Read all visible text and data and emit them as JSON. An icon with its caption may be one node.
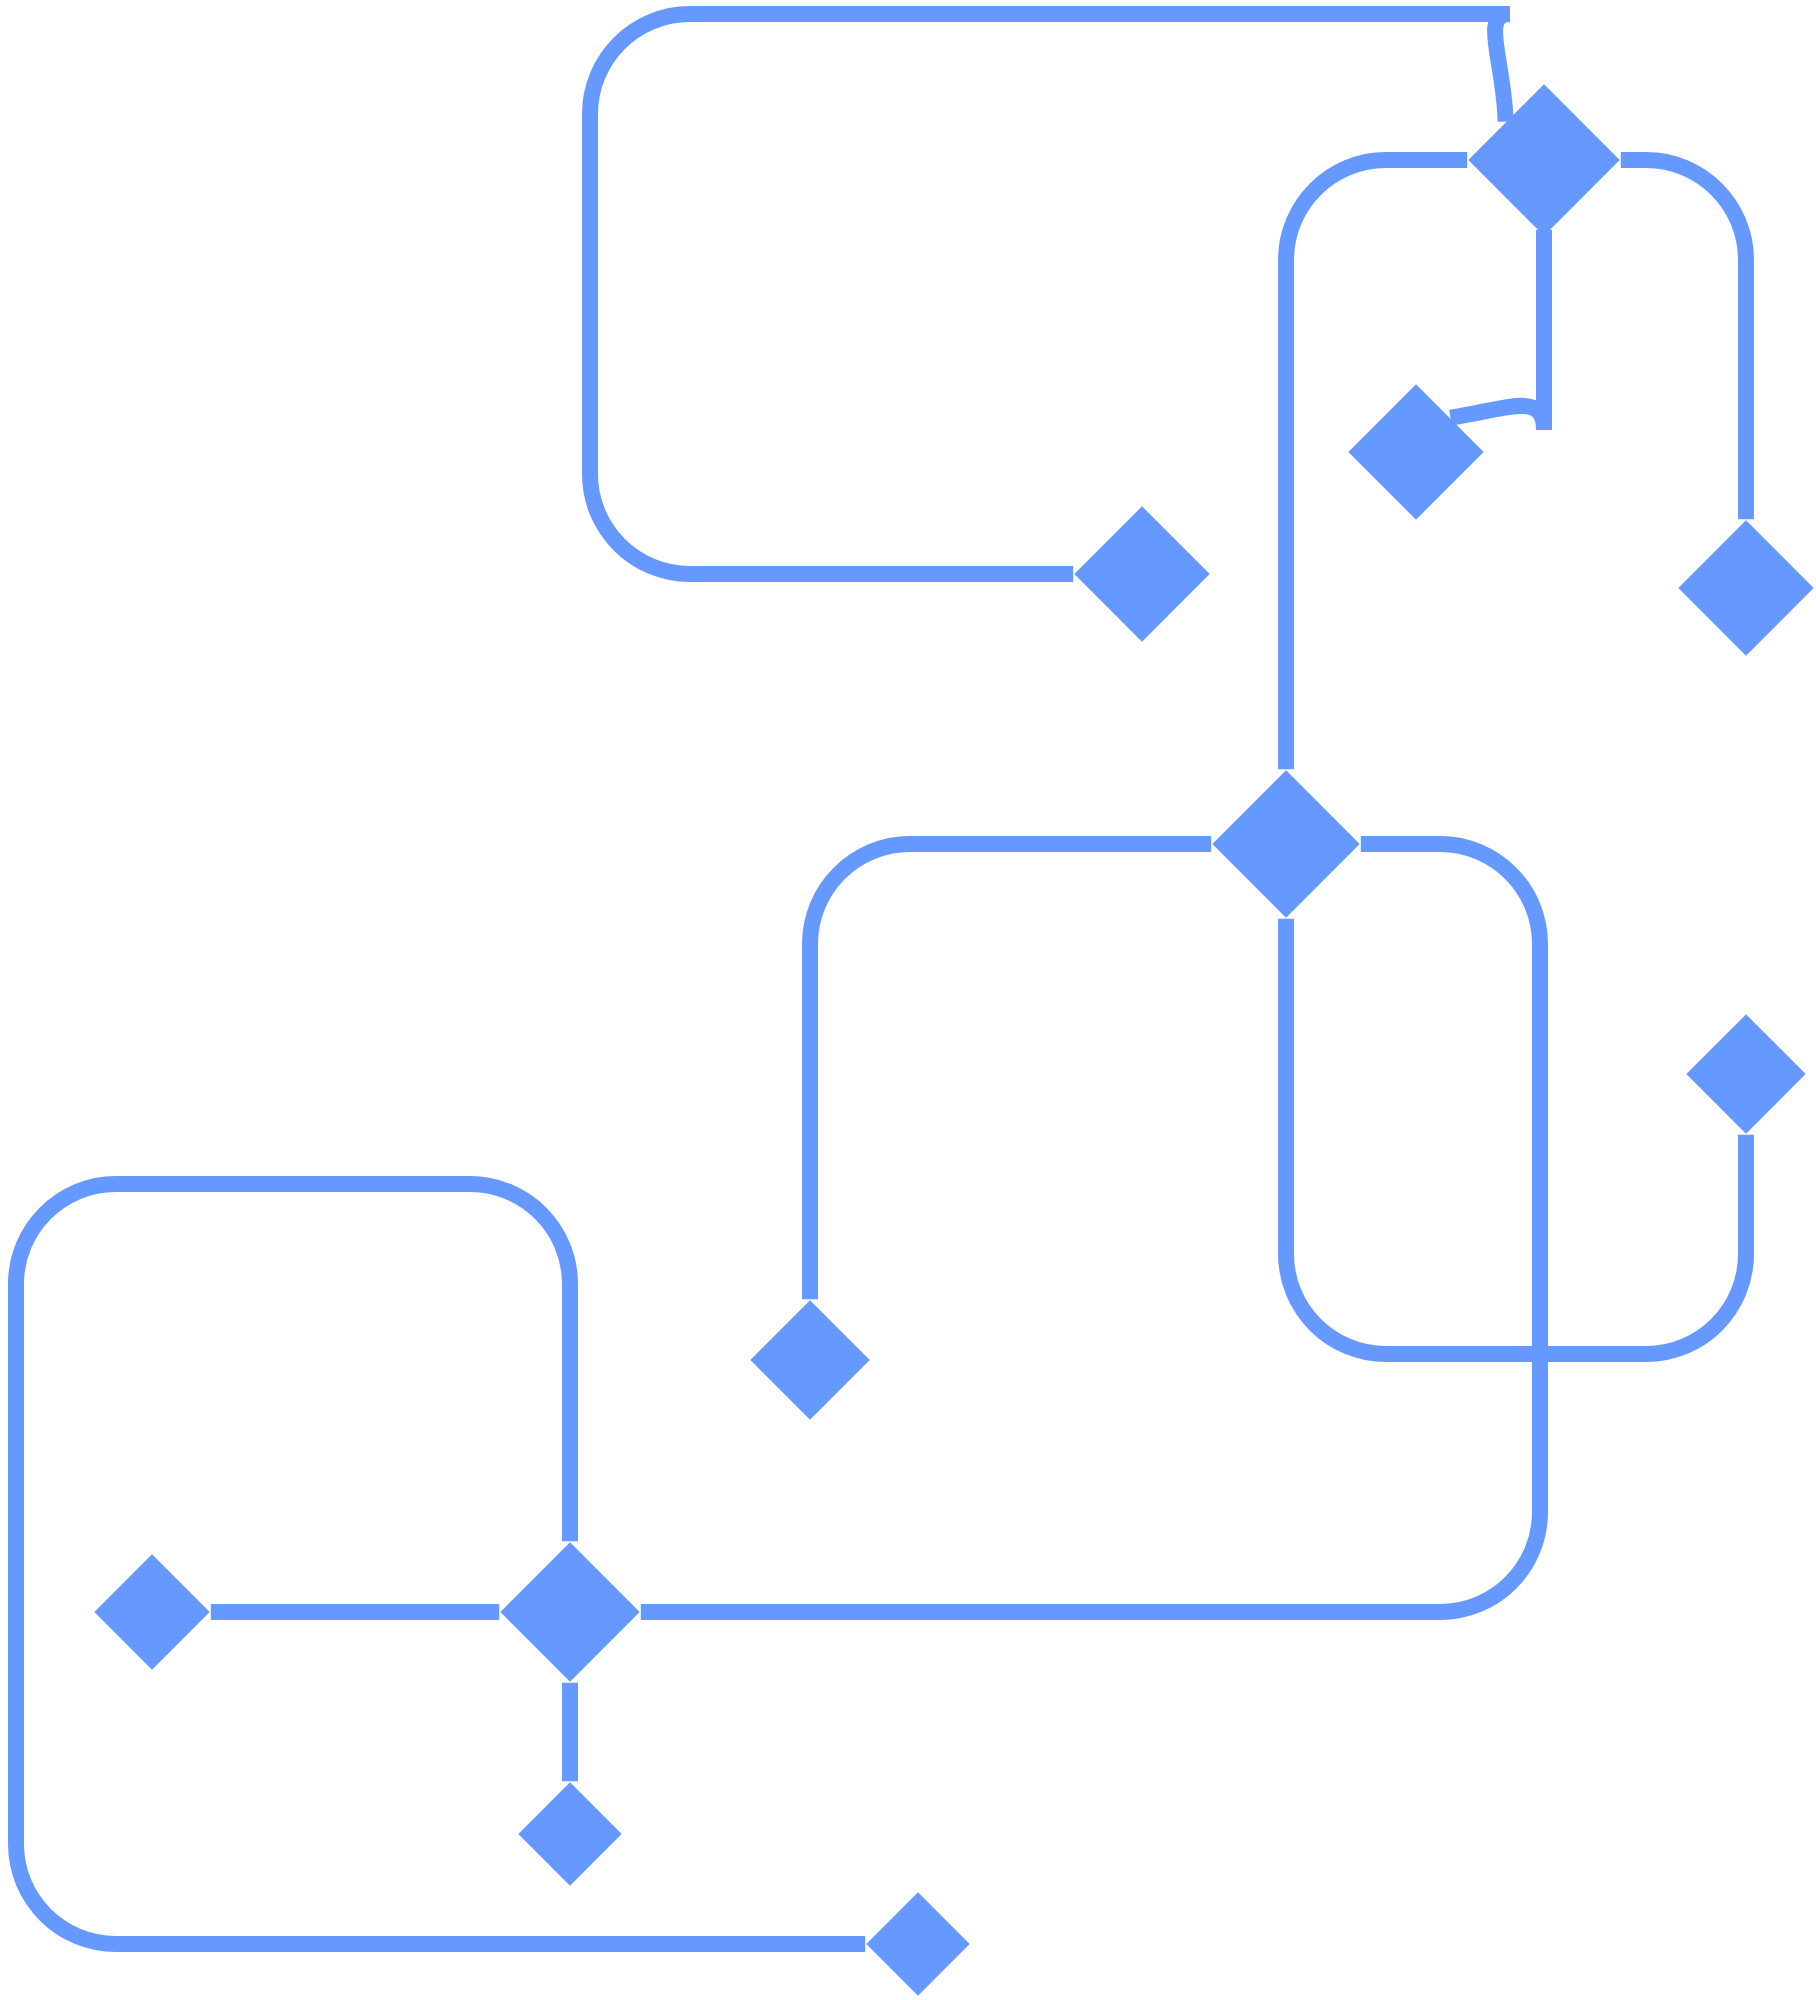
{
  "diagram": {
    "nodes": [
      {
        "text": [],
        "shape": "diamond"
      },
      {
        "text": [],
        "shape": "diamond"
      },
      {
        "text": [],
        "shape": "diamond"
      },
      {
        "text": [],
        "shape": "diamond"
      },
      {
        "text": [],
        "shape": "diamond"
      },
      {
        "text": [],
        "shape": "diamond"
      },
      {
        "text": [],
        "shape": "diamond"
      },
      {
        "text": [],
        "shape": "diamond"
      },
      {
        "text": [],
        "shape": "diamond"
      },
      {
        "text": [],
        "shape": "diamond"
      },
      {
        "text": [],
        "shape": "diamond"
      }
    ],
    "edges": [
      {
        "from": 2,
        "to": 0,
        "arrow": "none"
      },
      {
        "from": 0,
        "to": 1,
        "arrow": "none"
      },
      {
        "from": 0,
        "to": 3,
        "arrow": "none"
      },
      {
        "from": 0,
        "to": 4,
        "arrow": "none"
      },
      {
        "from": 4,
        "to": 5,
        "arrow": "none"
      },
      {
        "from": 4,
        "to": 6,
        "arrow": "none"
      },
      {
        "from": 4,
        "to": 8,
        "arrow": "none"
      },
      {
        "from": 7,
        "to": 8,
        "arrow": "none"
      },
      {
        "from": 8,
        "to": 9,
        "arrow": "none"
      },
      {
        "from": 8,
        "to": 10,
        "arrow": "none"
      }
    ]
  }
}
